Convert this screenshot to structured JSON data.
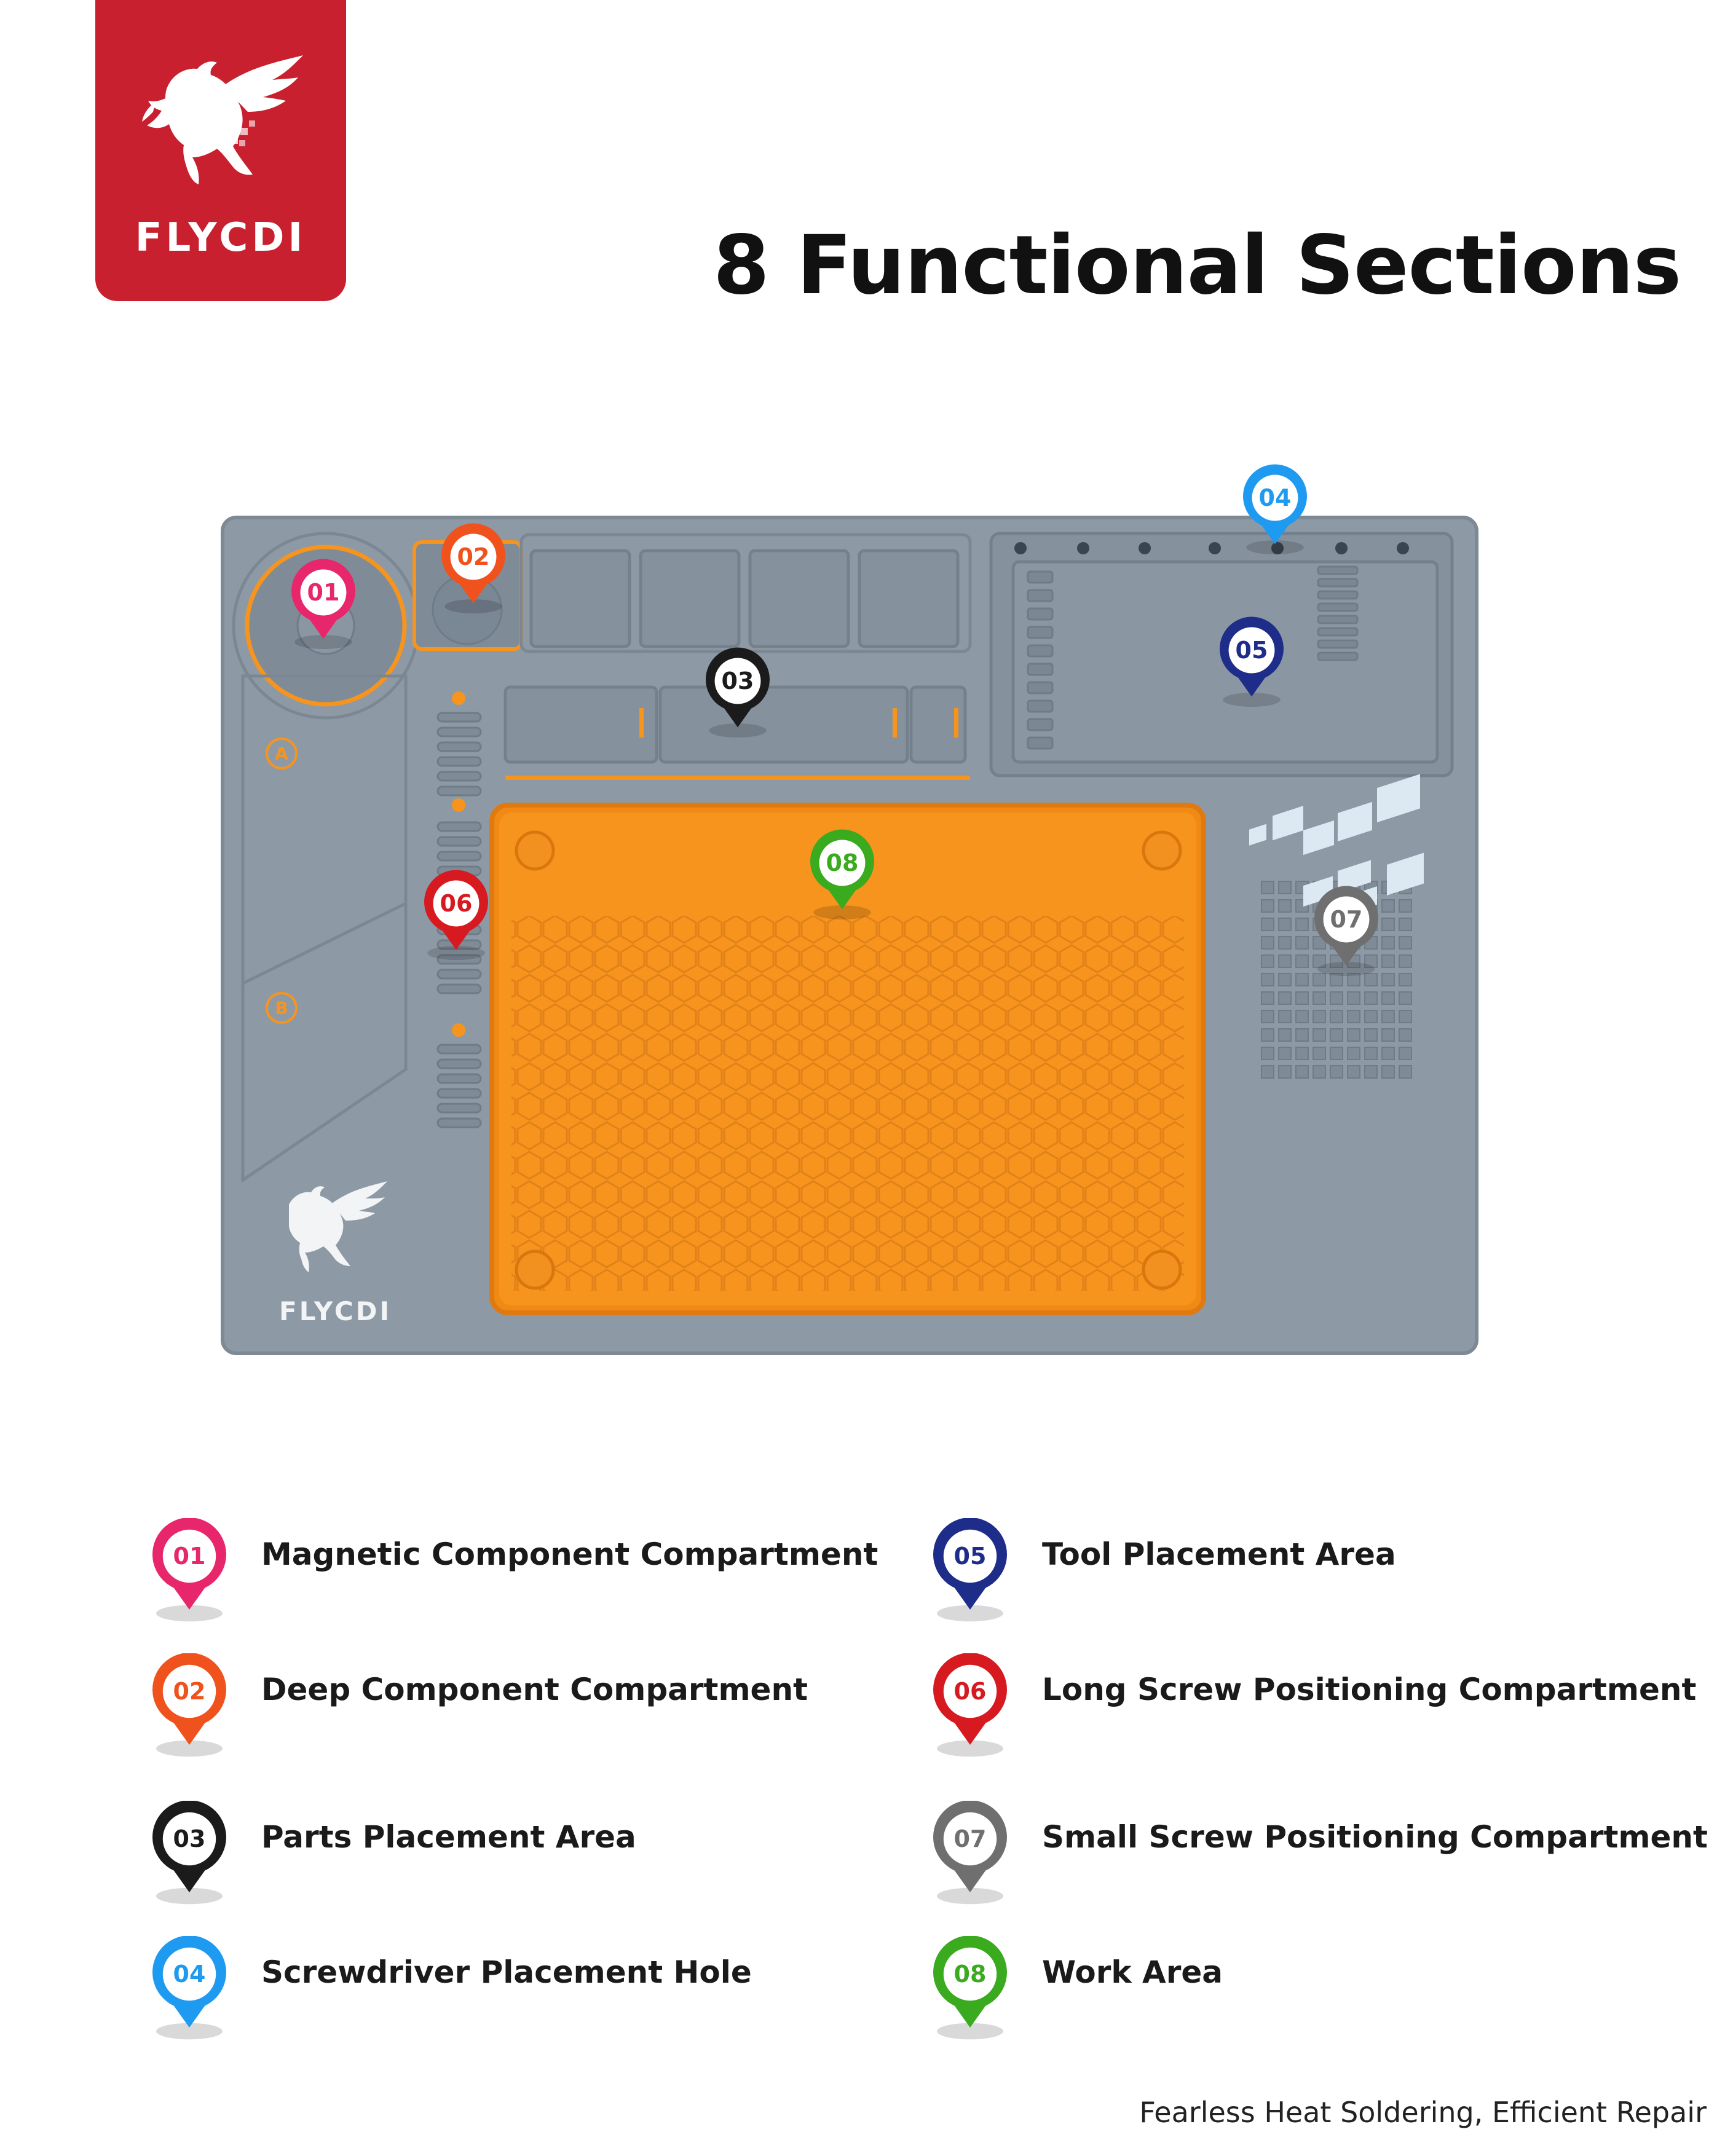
{
  "brand": {
    "name": "FLYCDI",
    "color": "#c8202f",
    "logo_icon": "winged-horse-icon"
  },
  "headline": "8 Functional Sections",
  "mat": {
    "color": "#8d9aa6",
    "work_area_color": "#f7941d",
    "logo_text": "FLYCDI",
    "zone_letters": [
      "A",
      "B"
    ]
  },
  "pins": [
    {
      "id": "01",
      "color": "#e8266b"
    },
    {
      "id": "02",
      "color": "#f0521e"
    },
    {
      "id": "03",
      "color": "#1b1b1b"
    },
    {
      "id": "04",
      "color": "#1e9bf0"
    },
    {
      "id": "05",
      "color": "#1f2d8a"
    },
    {
      "id": "06",
      "color": "#d71920"
    },
    {
      "id": "07",
      "color": "#6f6f6f"
    },
    {
      "id": "08",
      "color": "#3aaa1e"
    }
  ],
  "legend": [
    {
      "id": "01",
      "label": "Magnetic Component Compartment"
    },
    {
      "id": "02",
      "label": "Deep Component Compartment"
    },
    {
      "id": "03",
      "label": "Parts Placement Area"
    },
    {
      "id": "04",
      "label": "Screwdriver Placement Hole"
    },
    {
      "id": "05",
      "label": "Tool Placement Area"
    },
    {
      "id": "06",
      "label": "Long Screw Positioning Compartment"
    },
    {
      "id": "07",
      "label": "Small Screw Positioning Compartment"
    },
    {
      "id": "08",
      "label": "Work Area"
    }
  ],
  "tagline": "Fearless Heat Soldering, Efficient Repair"
}
